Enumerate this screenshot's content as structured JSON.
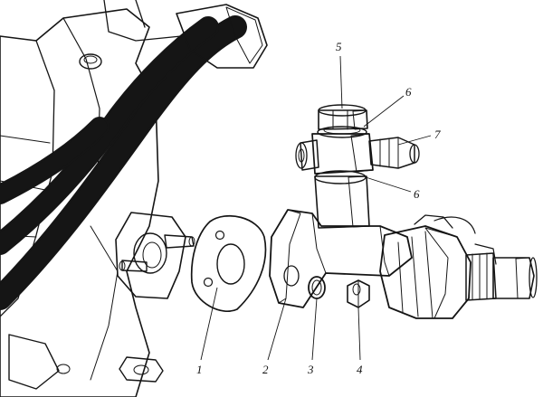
{
  "figure": {
    "callouts": [
      {
        "id": "1",
        "label": "1",
        "part": "gasket"
      },
      {
        "id": "2",
        "label": "2",
        "part": "valve-body-flange"
      },
      {
        "id": "3",
        "label": "3",
        "part": "spring-washer"
      },
      {
        "id": "4",
        "label": "4",
        "part": "nut"
      },
      {
        "id": "5",
        "label": "5",
        "part": "banjo-bolt"
      },
      {
        "id": "6a",
        "label": "6",
        "part": "sealing-washer-upper"
      },
      {
        "id": "6b",
        "label": "6",
        "part": "sealing-washer-lower"
      },
      {
        "id": "7",
        "label": "7",
        "part": "banjo-fitting"
      }
    ]
  }
}
